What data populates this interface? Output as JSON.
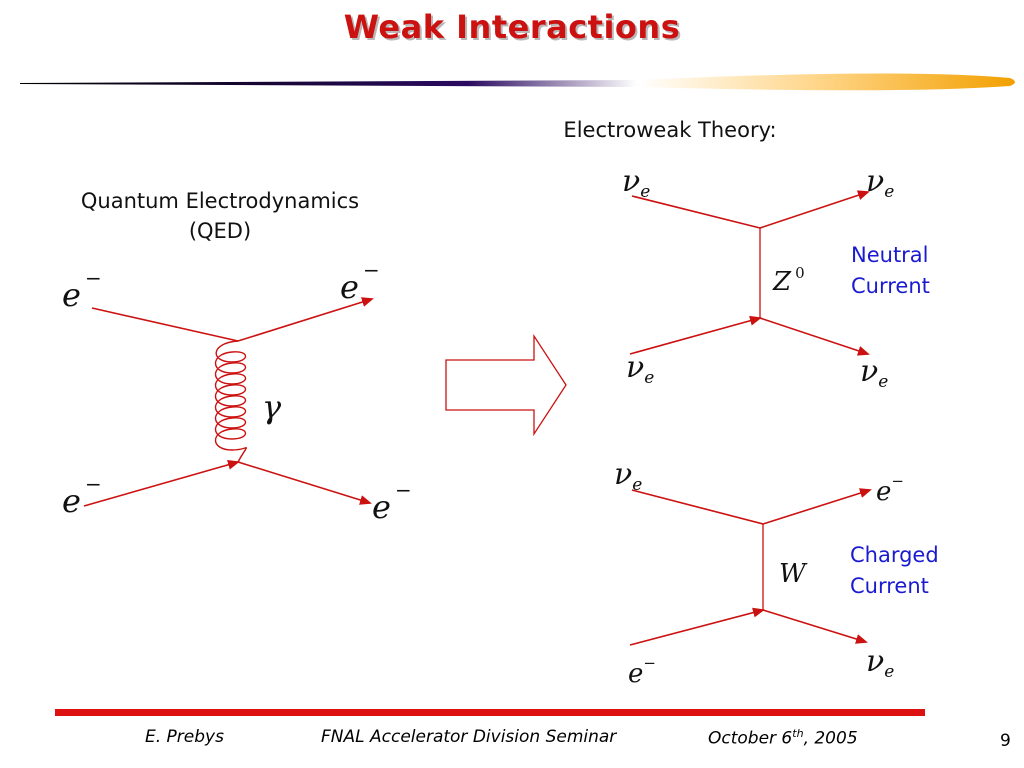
{
  "slide": {
    "title": "Weak Interactions",
    "page_number": "9",
    "colors": {
      "title": "#cc1111",
      "lines": "#cc1111",
      "label_blue": "#1a1ad0",
      "divider_dark": "#1a0a50",
      "divider_orange": "#f2a000",
      "footer_bar": "#dd1111"
    }
  },
  "qed": {
    "heading": "Quantum Electrodynamics (QED)",
    "particles": {
      "in_top": "e",
      "out_top": "e",
      "in_bottom": "e",
      "out_bottom": "e",
      "charge": "−"
    },
    "boson": "γ"
  },
  "electroweak": {
    "heading": "Electroweak Theory:",
    "neutral": {
      "label_line1": "Neutral",
      "label_line2": "Current",
      "boson": "Z",
      "boson_sup": "0",
      "nu": "ν",
      "nu_sub": "e"
    },
    "charged": {
      "label_line1": "Charged",
      "label_line2": "Current",
      "boson": "W",
      "nu": "ν",
      "nu_sub": "e",
      "e": "e",
      "charge": "−"
    }
  },
  "footer": {
    "author": "E. Prebys",
    "seminar": "FNAL Accelerator Division Seminar",
    "date_prefix": "October 6",
    "date_sup": "th",
    "date_suffix": ", 2005"
  }
}
